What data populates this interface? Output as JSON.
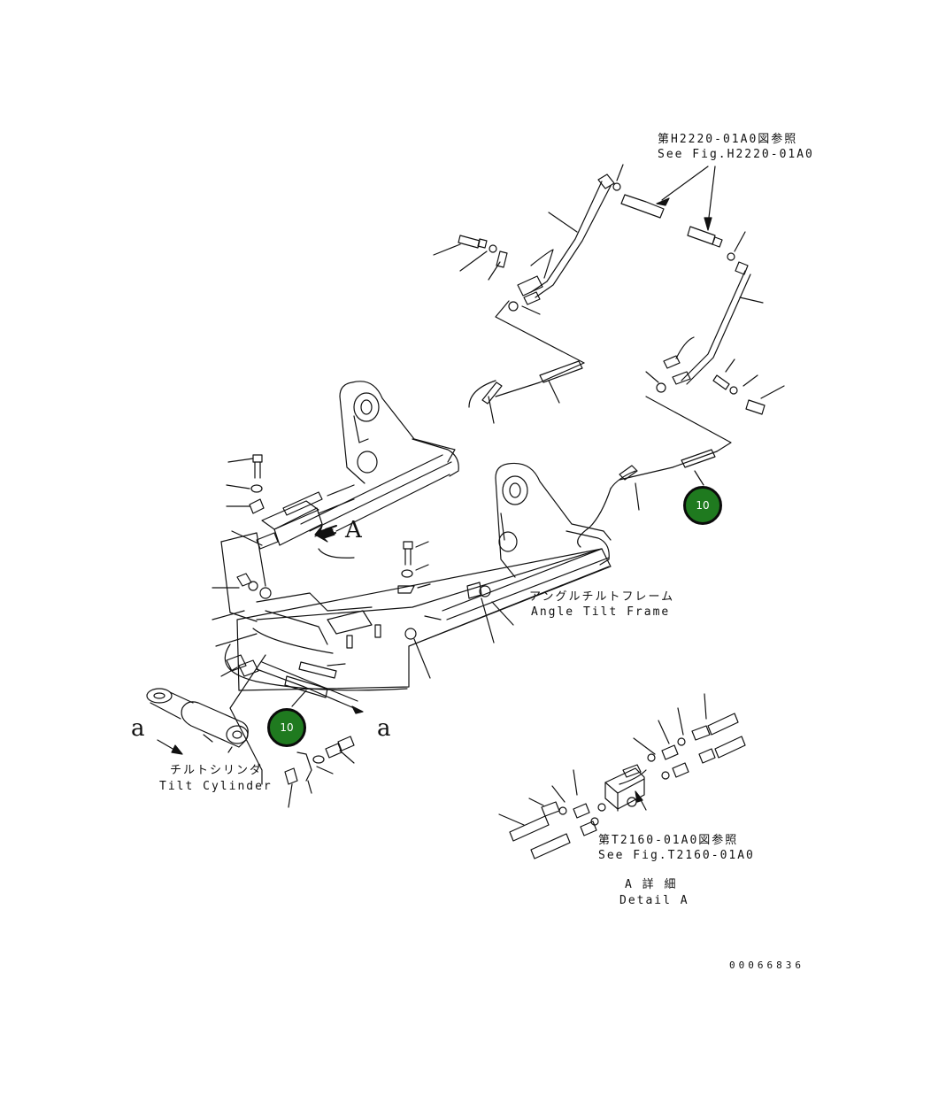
{
  "references": {
    "top_jp": "第H2220-01A0図参照",
    "top_en": "See Fig.H2220-01A0",
    "bottom_jp": "第T2160-01A0図参照",
    "bottom_en": "See Fig.T2160-01A0"
  },
  "parts": {
    "frame_jp": "アングルチルトフレーム",
    "frame_en": "Angle Tilt Frame",
    "cylinder_jp": "チルトシリンダ",
    "cylinder_en": "Tilt Cylinder"
  },
  "detail": {
    "view_letter": "A",
    "title_jp": "A 詳 細",
    "title_en": "Detail A"
  },
  "section_marks": {
    "left": "a",
    "right": "a"
  },
  "callouts": [
    {
      "number": "10",
      "color": "#1f7a1f"
    },
    {
      "number": "10",
      "color": "#1f7a1f"
    }
  ],
  "drawing_code": "00066836"
}
